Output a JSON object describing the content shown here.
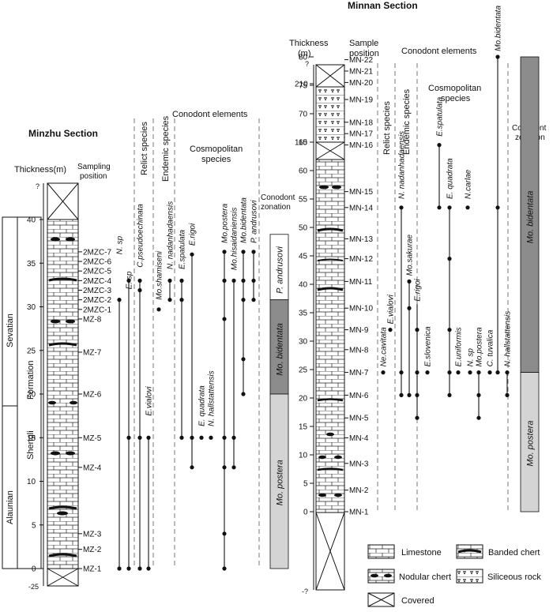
{
  "figure": {
    "minzhu": {
      "section_title": "Minzhu Section",
      "thickness_label": "Thickness(m)",
      "sampling_label": [
        "Sampling",
        "position"
      ],
      "conodont_elements_label": "Conodont elements",
      "relict_label": "Relict species",
      "endemic_label": "Endemic species",
      "cosmopolitan_label": [
        "Cosmopolitan",
        "species"
      ],
      "zonation_label": [
        "Conodont",
        "zonation"
      ],
      "stage_upper": "Sevatian",
      "stage_lower": "Alaunian",
      "formation_label": "Formation",
      "formation_name": "Shengli",
      "axis": {
        "top_marker": "?",
        "bottom_marker": "-25",
        "ticks": [
          0,
          5,
          10,
          15,
          20,
          25,
          30,
          35,
          40
        ]
      },
      "samples": [
        {
          "label": "2MZC-7",
          "m": 36.3
        },
        {
          "label": "2MZC-6",
          "m": 35.2
        },
        {
          "label": "2MZC-5",
          "m": 34.1
        },
        {
          "label": "2MZC-4",
          "m": 33.0
        },
        {
          "label": "2MZC-3",
          "m": 31.9
        },
        {
          "label": "2MZC-2",
          "m": 30.8
        },
        {
          "label": "2MZC-1",
          "m": 29.7
        },
        {
          "label": "MZ-8",
          "m": 28.6
        },
        {
          "label": "MZ-7",
          "m": 24.8
        },
        {
          "label": "MZ-6",
          "m": 20.0
        },
        {
          "label": "MZ-5",
          "m": 15.0
        },
        {
          "label": "MZ-4",
          "m": 11.6
        },
        {
          "label": "MZ-3",
          "m": 4.0
        },
        {
          "label": "MZ-2",
          "m": 2.2
        },
        {
          "label": "MZ-1",
          "m": 0
        }
      ],
      "species": [
        {
          "name": "N. sp",
          "m_top": 30.8,
          "m_bot": 0,
          "dots": [
            0,
            30.8
          ],
          "label_m": 36.0
        },
        {
          "name": "E. sp",
          "m_top": 33.0,
          "m_bot": 0,
          "dots": [
            0,
            15.0,
            33.0
          ],
          "label_m": 32.0
        },
        {
          "name": "C.pseudoechinata",
          "m_top": 33.0,
          "m_bot": 0,
          "dots": [
            0,
            15.0,
            31.9,
            33.0
          ],
          "label_m": 34.5
        },
        {
          "name": "E.vialovi",
          "m_top": 15.0,
          "m_bot": 0,
          "dots": [
            0,
            15.0
          ],
          "label_m": 17.5
        },
        {
          "name": "Mo.shamiseni",
          "m_top": 29.7,
          "m_bot": 29.7,
          "dots": [
            29.7
          ],
          "label_m": 30.8
        },
        {
          "name": "N. nadanhadaensis",
          "m_top": 33.0,
          "m_bot": 30.8,
          "dots": [
            30.8,
            33.0
          ],
          "label_m": 34.3
        },
        {
          "name": "E.spatulata",
          "m_top": 33.0,
          "m_bot": 15.0,
          "dots": [
            15.0,
            30.8,
            33.0
          ],
          "label_m": 34.3
        },
        {
          "name": "E.rigoi",
          "m_top": 36.0,
          "m_bot": 11.6,
          "dots": [
            11.6,
            15.0,
            36.0
          ],
          "label_m": 37.0
        },
        {
          "name": "E. quadrata",
          "m_top": 15.0,
          "m_bot": 15.0,
          "dots": [
            15.0
          ],
          "label_m": 16.3
        },
        {
          "name": "N. hallstattensis",
          "m_top": 15.0,
          "m_bot": 15.0,
          "dots": [
            15.0
          ],
          "label_m": 16.3
        },
        {
          "name": "Mo.postera",
          "m_top": 36.3,
          "m_bot": 0,
          "dots": [
            0,
            4.0,
            11.6,
            15.0,
            28.6,
            33.0,
            36.3
          ],
          "label_m": 37.3
        },
        {
          "name": "Mo.hisaidaniensis",
          "m_top": 33.0,
          "m_bot": 11.6,
          "dots": [
            11.6,
            15.0,
            33.0
          ],
          "label_m": 34.2
        },
        {
          "name": "Mo.bidentata",
          "m_top": 36.3,
          "m_bot": 20.0,
          "dots": [
            20.0,
            24.0,
            30.8,
            33.0,
            36.3
          ],
          "label_m": 37.3
        },
        {
          "name": "P. andrusovi",
          "m_top": 36.3,
          "m_bot": 30.8,
          "dots": [
            30.8,
            33.0,
            36.3
          ],
          "label_m": 37.3
        }
      ],
      "zones": [
        {
          "name": "P. andrusovi",
          "m_top": 38.3,
          "m_bot": 30.8,
          "fill": "#ffffff"
        },
        {
          "name": "Mo. bidentata",
          "m_top": 30.8,
          "m_bot": 20.0,
          "fill": "#8c8c8c"
        },
        {
          "name": "Mo. postera",
          "m_top": 20.0,
          "m_bot": 0,
          "fill": "#d4d4d4"
        }
      ]
    },
    "minnan": {
      "section_title": "Minnan Section",
      "thickness_label": [
        "Thickness",
        "(m)"
      ],
      "sampling_label": [
        "Sample",
        "position"
      ],
      "conodont_elements_label": "Conodont elements",
      "relict_label": "Relict species",
      "endemic_label": "Endemic species",
      "cosmopolitan_label": [
        "Cosmopolitan",
        "species"
      ],
      "zonation_label": [
        "Conodont",
        "zonation"
      ],
      "axis": {
        "top_marker": "?",
        "bottom_marker": "-?",
        "ticks": [
          0,
          5,
          10,
          15,
          20,
          25,
          30,
          35,
          40,
          45,
          50,
          55,
          60,
          65,
          70,
          75,
          80
        ],
        "upper_ticks": [
          110,
          210
        ]
      },
      "samples": [
        {
          "label": "MN-22",
          "m": 79.5
        },
        {
          "label": "MN-21",
          "m": 77.5
        },
        {
          "label": "MN-20",
          "m": 75.5
        },
        {
          "label": "MN-19",
          "m": 72.5
        },
        {
          "label": "MN-18",
          "m": 68.5
        },
        {
          "label": "MN-17",
          "m": 66.5
        },
        {
          "label": "MN-16",
          "m": 64.5
        },
        {
          "label": "MN-15",
          "m": 56.3
        },
        {
          "label": "MN-14",
          "m": 53.5
        },
        {
          "label": "MN-13",
          "m": 48.0
        },
        {
          "label": "MN-12",
          "m": 44.5
        },
        {
          "label": "MN-11",
          "m": 40.5
        },
        {
          "label": "MN-10",
          "m": 35.8
        },
        {
          "label": "MN-9",
          "m": 32.0
        },
        {
          "label": "MN-8",
          "m": 28.5
        },
        {
          "label": "MN-7",
          "m": 24.5
        },
        {
          "label": "MN-6",
          "m": 20.5
        },
        {
          "label": "MN-5",
          "m": 16.5
        },
        {
          "label": "MN-4",
          "m": 13.0
        },
        {
          "label": "MN-3",
          "m": 8.5
        },
        {
          "label": "MN-2",
          "m": 3.8
        },
        {
          "label": "MN-1",
          "m": 0
        }
      ],
      "species": [
        {
          "name": "Ne.cavitata",
          "m_top": 24.5,
          "m_bot": 24.5,
          "dots": [
            24.5
          ],
          "label_m": 25.5
        },
        {
          "name": "E.vialovi",
          "m_top": 32.0,
          "m_bot": 32.0,
          "dots": [
            32.0
          ],
          "label_m": 33.0
        },
        {
          "name": "N. nadanhadaensis",
          "m_top": 53.5,
          "m_bot": 20.5,
          "dots": [
            20.5,
            24.5,
            53.5
          ],
          "label_m": 55.0
        },
        {
          "name": "Mo.sakurae",
          "m_top": 40.5,
          "m_bot": 20.5,
          "dots": [
            20.5,
            35.8,
            40.5
          ],
          "label_m": 41.5
        },
        {
          "name": "E.rigoi",
          "m_top": 36.5,
          "m_bot": 16.5,
          "dots": [
            16.5,
            20.5,
            24.5,
            32.0
          ],
          "label_m": 37.0
        },
        {
          "name": "E.slovenica",
          "m_top": 24.5,
          "m_bot": 24.5,
          "dots": [
            24.5
          ],
          "label_m": 25.5
        },
        {
          "name": "E.spatulata",
          "m_top": 64.5,
          "m_bot": 53.5,
          "dots": [
            53.5,
            64.5
          ],
          "label_m": 66.0
        },
        {
          "name": "E. quadrata",
          "m_top": 53.5,
          "m_bot": 20.5,
          "dots": [
            20.5,
            24.5,
            32.0,
            44.5,
            53.5
          ],
          "label_m": 55.0
        },
        {
          "name": "E.uniformis",
          "m_top": 24.5,
          "m_bot": 24.5,
          "dots": [
            24.5
          ],
          "label_m": 25.5
        },
        {
          "name": "N.carlae",
          "m_top": 53.5,
          "m_bot": 53.5,
          "dots": [
            53.5
          ],
          "label_m": 55.0
        },
        {
          "name": "N. sp",
          "m_top": 24.5,
          "m_bot": 24.5,
          "dots": [
            24.5
          ],
          "label_m": 25.5
        },
        {
          "name": "Mo.postera",
          "m_top": 24.5,
          "m_bot": 16.5,
          "dots": [
            16.5,
            20.5,
            24.5
          ],
          "label_m": 25.5
        },
        {
          "name": "C. tuvalica",
          "m_top": 24.5,
          "m_bot": 24.5,
          "dots": [
            24.5
          ],
          "label_m": 25.5
        },
        {
          "name": "Mo.bidentata",
          "m_top": 80.0,
          "m_bot": 24.5,
          "dots": [
            24.5,
            53.5,
            80.0
          ],
          "label_m": 81.0
        },
        {
          "name": "N. hallstattensis",
          "m_top": 24.5,
          "m_bot": 20.5,
          "dots": [
            20.5,
            24.5
          ],
          "label_m": 25.5
        }
      ],
      "zones": [
        {
          "name": "Mo. bidentata",
          "m_top": 80.0,
          "m_bot": 24.5,
          "fill": "#8c8c8c"
        },
        {
          "name": "Mo. postera",
          "m_top": 24.5,
          "m_bot": 0,
          "fill": "#d4d4d4"
        }
      ]
    },
    "legend": {
      "limestone": "Limestone",
      "banded_chert": "Banded chert",
      "nodular_chert": "Nodular chert",
      "siliceous_rock": "Siliceous rock",
      "covered": "Covered"
    }
  }
}
